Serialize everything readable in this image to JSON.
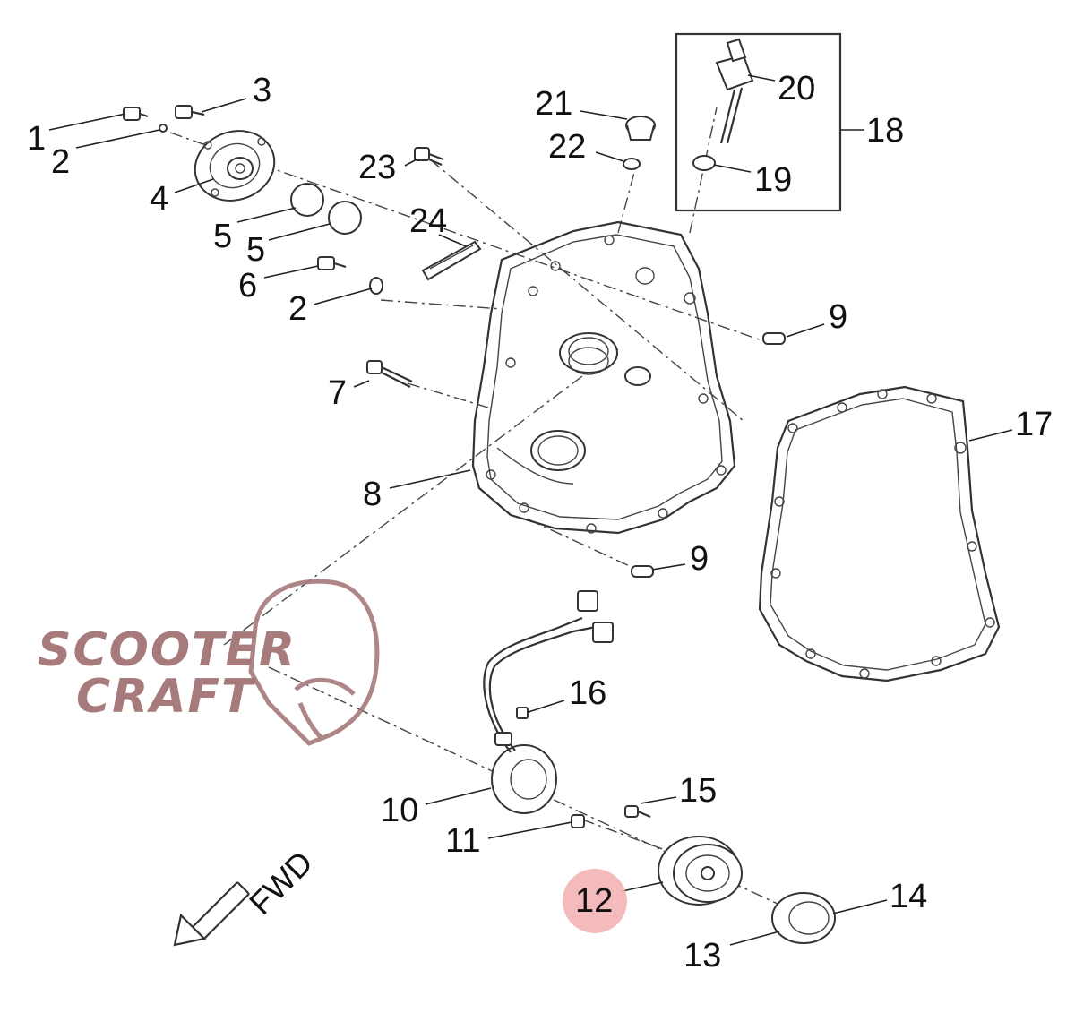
{
  "diagram": {
    "callouts": [
      {
        "id": "c1",
        "text": "1"
      },
      {
        "id": "c2a",
        "text": "2"
      },
      {
        "id": "c3",
        "text": "3"
      },
      {
        "id": "c4",
        "text": "4"
      },
      {
        "id": "c5a",
        "text": "5"
      },
      {
        "id": "c5b",
        "text": "5"
      },
      {
        "id": "c6",
        "text": "6"
      },
      {
        "id": "c2b",
        "text": "2"
      },
      {
        "id": "c7",
        "text": "7"
      },
      {
        "id": "c8",
        "text": "8"
      },
      {
        "id": "c9a",
        "text": "9"
      },
      {
        "id": "c9b",
        "text": "9"
      },
      {
        "id": "c10",
        "text": "10"
      },
      {
        "id": "c11",
        "text": "11"
      },
      {
        "id": "c12",
        "text": "12"
      },
      {
        "id": "c13",
        "text": "13"
      },
      {
        "id": "c14",
        "text": "14"
      },
      {
        "id": "c15",
        "text": "15"
      },
      {
        "id": "c16",
        "text": "16"
      },
      {
        "id": "c17",
        "text": "17"
      },
      {
        "id": "c18",
        "text": "18"
      },
      {
        "id": "c19",
        "text": "19"
      },
      {
        "id": "c20",
        "text": "20"
      },
      {
        "id": "c21",
        "text": "21"
      },
      {
        "id": "c22",
        "text": "22"
      },
      {
        "id": "c23",
        "text": "23"
      },
      {
        "id": "c24",
        "text": "24"
      }
    ],
    "highlighted_part": "12",
    "direction_label": "FWD",
    "highlight_color": "#f3aeb0"
  },
  "watermark": {
    "line1": "SCOOTER",
    "line2": "CRAFT",
    "color": "#a77a7c"
  }
}
